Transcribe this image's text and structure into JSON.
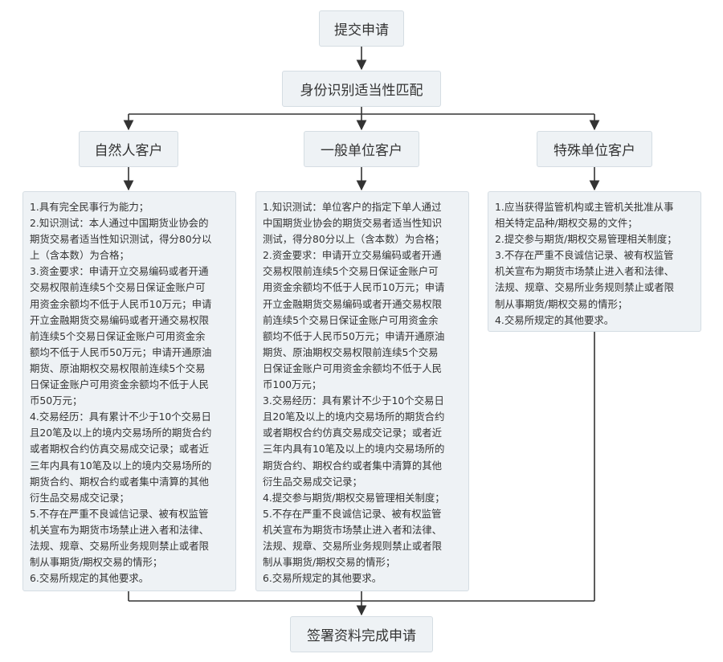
{
  "nodes": {
    "submit": "提交申请",
    "identify": "身份识别适当性匹配",
    "natural": "自然人客户",
    "general_unit": "一般单位客户",
    "special_unit": "特殊单位客户",
    "complete": "签署资料完成申请"
  },
  "natural_requirements": [
    "1.具有完全民事行为能力；",
    "2.知识测试：本人通过中国期货业协会的",
    "期货交易者适当性知识测试，得分80分以",
    "上（含本数）为合格；",
    "3.资金要求：申请开立交易编码或者开通",
    "交易权限前连续5个交易日保证金账户可",
    "用资金余额均不低于人民币10万元；申请",
    "开立金融期货交易编码或者开通交易权限",
    "前连续5个交易日保证金账户可用资金余",
    "额均不低于人民币50万元；申请开通原油",
    "期货、原油期权交易权限前连续5个交易",
    "日保证金账户可用资金余额均不低于人民",
    "币50万元；",
    "4.交易经历：具有累计不少于10个交易日",
    "且20笔及以上的境内交易场所的期货合约",
    "或者期权合约仿真交易成交记录；或者近",
    "三年内具有10笔及以上的境内交易场所的",
    "期货合约、期权合约或者集中清算的其他",
    "衍生品交易成交记录；",
    "5.不存在严重不良诚信记录、被有权监管",
    "机关宣布为期货市场禁止进入者和法律、",
    "法规、规章、交易所业务规则禁止或者限",
    "制从事期货/期权交易的情形；",
    "6.交易所规定的其他要求。"
  ],
  "general_unit_requirements": [
    "1.知识测试：单位客户的指定下单人通过",
    "中国期货业协会的期货交易者适当性知识",
    "测试，得分80分以上（含本数）为合格；",
    "2.资金要求：申请开立交易编码或者开通",
    "交易权限前连续5个交易日保证金账户可",
    "用资金余额均不低于人民币10万元；申请",
    "开立金融期货交易编码或者开通交易权限",
    "前连续5个交易日保证金账户可用资金余",
    "额均不低于人民币50万元；申请开通原油",
    "期货、原油期权交易权限前连续5个交易",
    "日保证金账户可用资金余额均不低于人民",
    "币100万元；",
    "3.交易经历：具有累计不少于10个交易日",
    "且20笔及以上的境内交易场所的期货合约",
    "或者期权合约仿真交易成交记录；或者近",
    "三年内具有10笔及以上的境内交易场所的",
    "期货合约、期权合约或者集中清算的其他",
    "衍生品交易成交记录；",
    "4.提交参与期货/期权交易管理相关制度；",
    "5.不存在严重不良诚信记录、被有权监管",
    "机关宣布为期货市场禁止进入者和法律、",
    "法规、规章、交易所业务规则禁止或者限",
    "制从事期货/期权交易的情形；",
    "6.交易所规定的其他要求。"
  ],
  "special_unit_requirements": [
    "1.应当获得监管机构或主管机关批准从事",
    "相关特定品种/期权交易的文件；",
    "2.提交参与期货/期权交易管理相关制度；",
    "3.不存在严重不良诚信记录、被有权监管",
    "机关宣布为期货市场禁止进入者和法律、",
    "法规、规章、交易所业务规则禁止或者限",
    "制从事期货/期权交易的情形；",
    "4.交易所规定的其他要求。"
  ],
  "colors": {
    "node_fill": "#eef2f5",
    "node_border": "#d5dde3",
    "line": "#333333"
  }
}
